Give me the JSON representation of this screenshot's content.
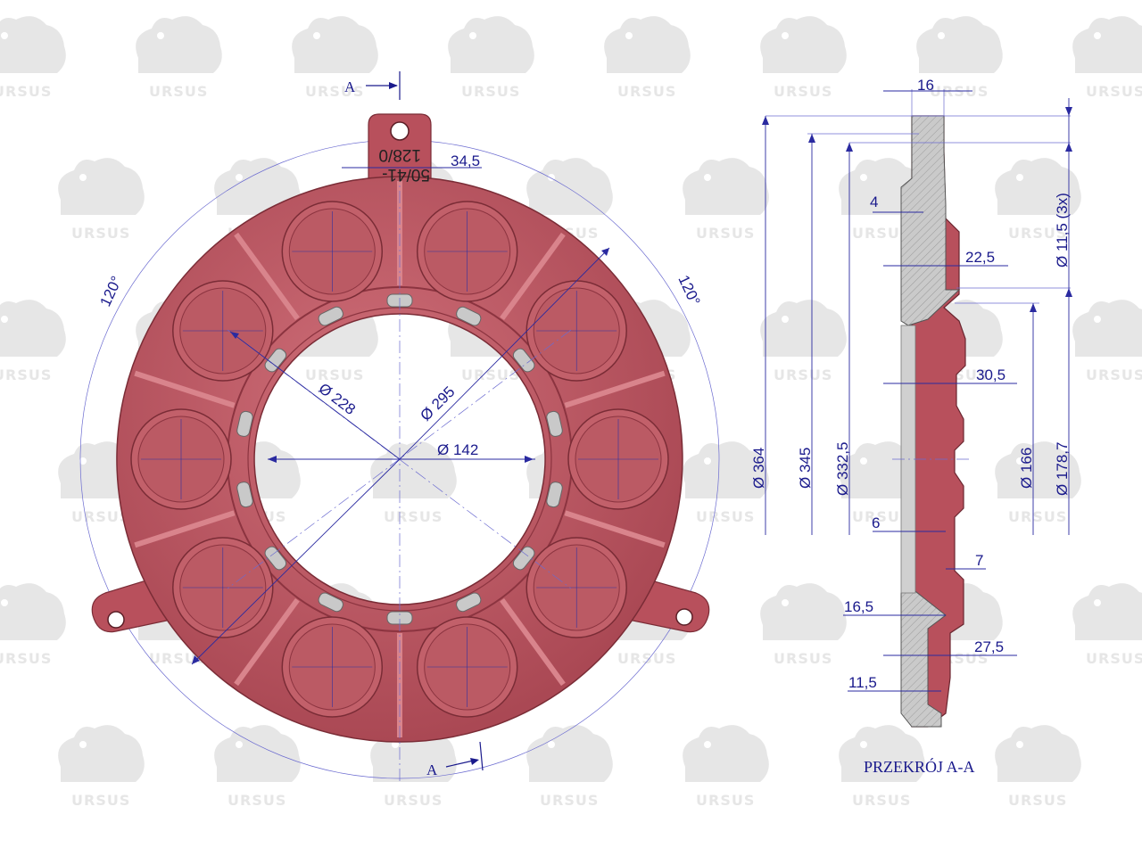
{
  "watermark": {
    "brand": "URSUS",
    "color": "#e6e6e6"
  },
  "colors": {
    "part": "#b8505c",
    "part_dark": "#8c3440",
    "part_light": "#cf6e78",
    "dimension": "#1a1a8c",
    "section": "#c8c8c8",
    "slot": "#c9c9c9"
  },
  "front_view": {
    "part_number_line1": "50/41-",
    "part_number_line2": "128/0",
    "section_marker_top": "A",
    "section_marker_bottom": "A",
    "dims": {
      "lug_offset": "34,5",
      "angle_left": "120°",
      "angle_right": "120°",
      "d228": "Ø 228",
      "d295": "Ø 295",
      "d142": "Ø 142"
    }
  },
  "section_view": {
    "caption": "PRZEKRÓJ A-A",
    "dims": {
      "t16": "16",
      "t4": "4",
      "t22_5": "22,5",
      "t30_5": "30,5",
      "t6": "6",
      "t7": "7",
      "t16_5": "16,5",
      "t27_5": "27,5",
      "t11_5": "11,5",
      "d364": "Ø 364",
      "d345": "Ø 345",
      "d332_5": "Ø 332,5",
      "d166": "Ø 166",
      "d178_7": "Ø 178,7",
      "d11_5": "Ø 11,5  (3x)"
    }
  }
}
